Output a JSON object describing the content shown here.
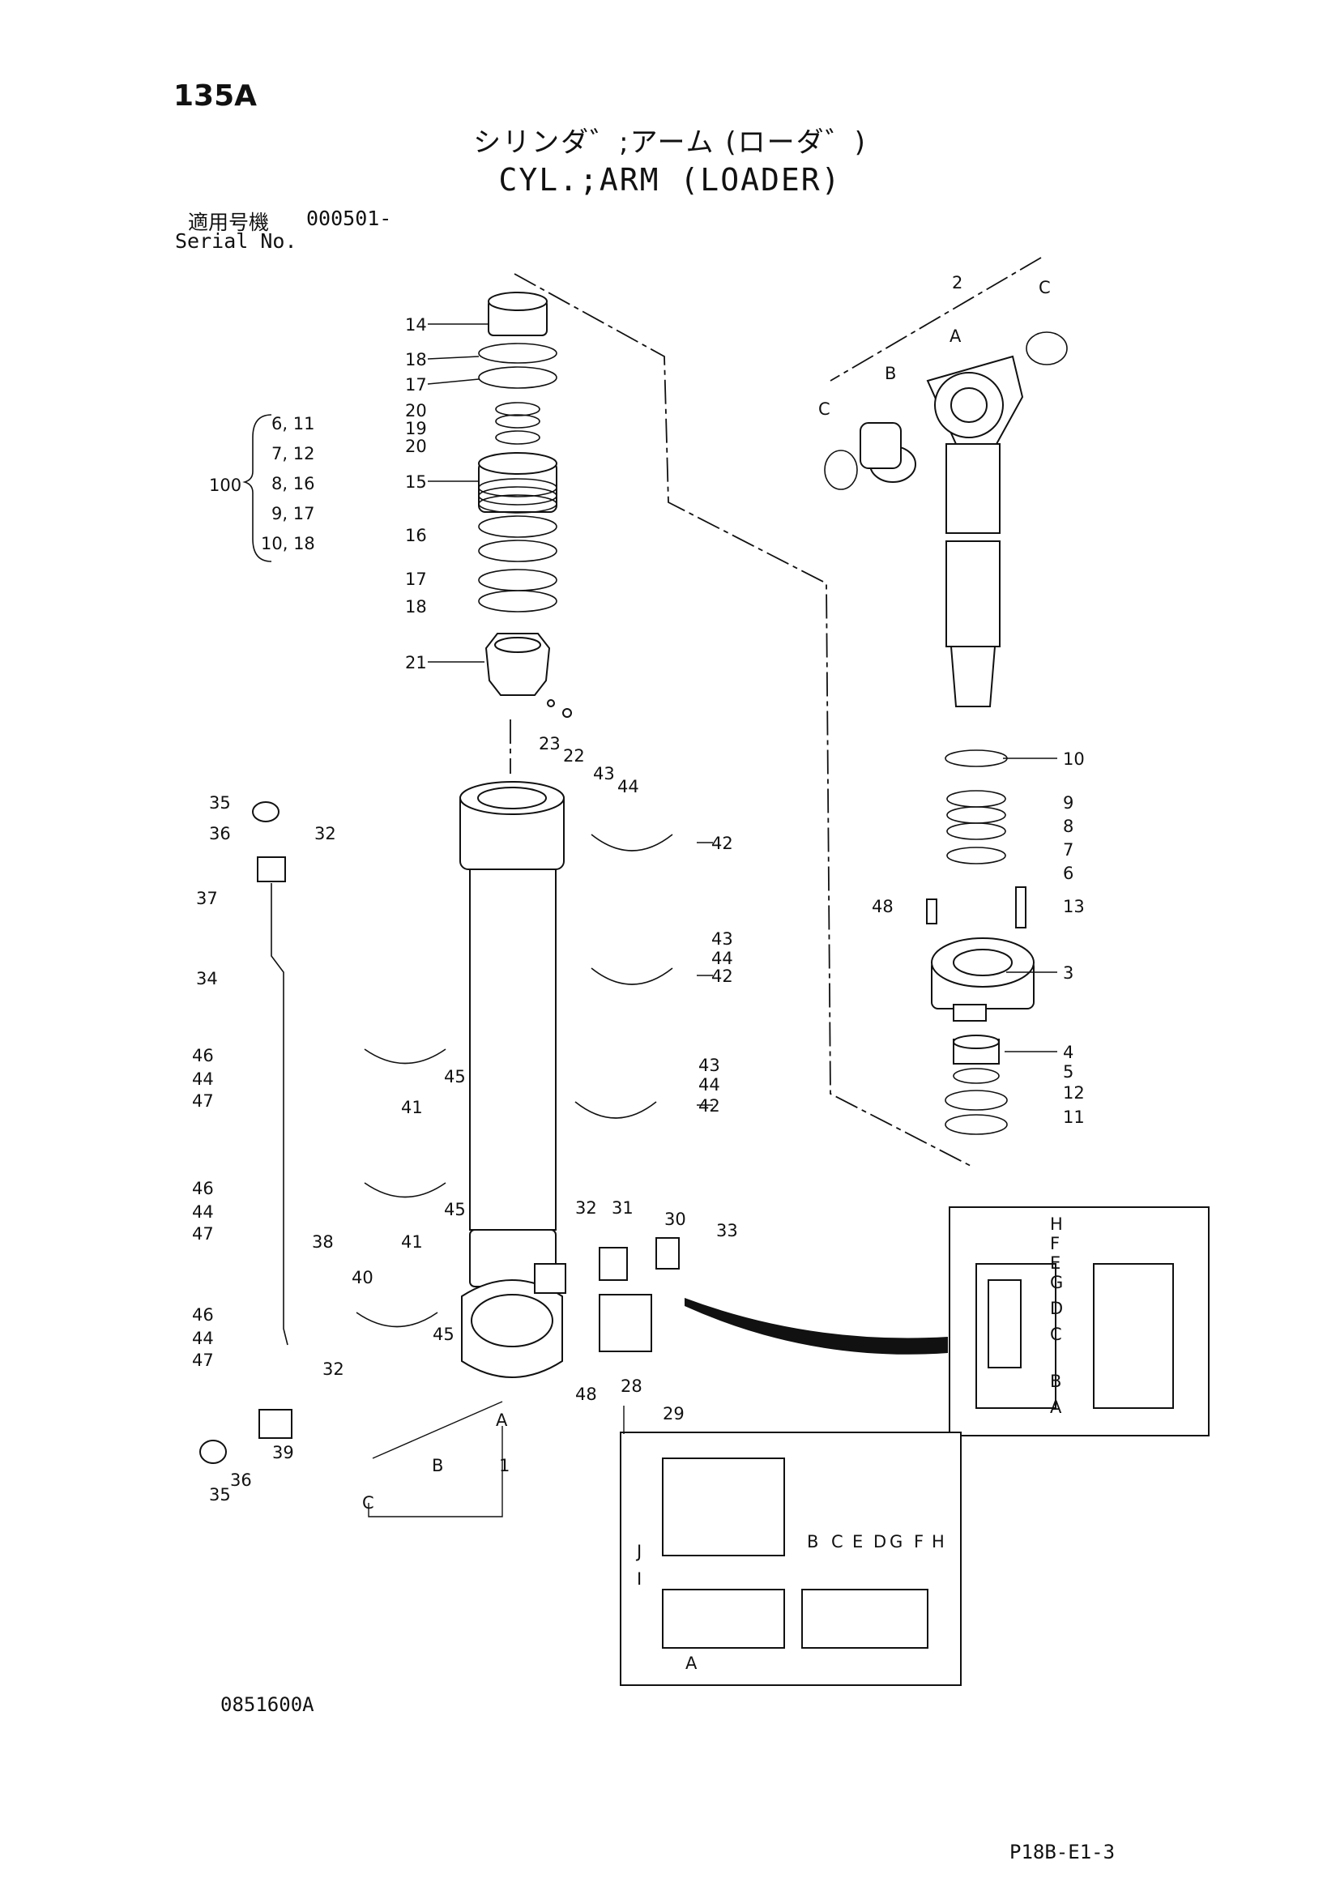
{
  "page_number": "135A",
  "title_jp": "シリンダ゛;アーム (ローダ゛)",
  "title_en": "CYL.;ARM (LOADER)",
  "serial": {
    "label_jp": "適用号機",
    "value": "000501-",
    "label_en": "Serial No."
  },
  "kit": {
    "number": "100",
    "contents": [
      "6, 11",
      "7, 12",
      "8, 16",
      "9, 17",
      "10, 18"
    ]
  },
  "callouts": {
    "c14": "14",
    "c18a": "18",
    "c17a": "17",
    "c20a": "20",
    "c19": "19",
    "c20b": "20",
    "c15": "15",
    "c16": "16",
    "c17b": "17",
    "c18b": "18",
    "c21": "21",
    "c23": "23",
    "c22": "22",
    "c2": "2",
    "cA_rod": "A",
    "cB_rod": "B",
    "cC_rod1": "C",
    "cC_rod2": "C",
    "c10": "10",
    "c9": "9",
    "c8": "8",
    "c7": "7",
    "c6": "6",
    "c48a": "48",
    "c13": "13",
    "c3": "3",
    "c4": "4",
    "c5": "5",
    "c12": "12",
    "c11": "11",
    "c35a": "35",
    "c36a": "36",
    "c32a": "32",
    "c37": "37",
    "c34": "34",
    "c43a": "43",
    "c44a": "44",
    "c42a": "42",
    "c43b": "43",
    "c44b": "44",
    "c42b": "42",
    "c43c": "43",
    "c44c": "44",
    "c42c": "42",
    "c46a": "46",
    "c44d": "44",
    "c47a": "47",
    "c45a": "45",
    "c41a": "41",
    "c46b": "46",
    "c44e": "44",
    "c47b": "47",
    "c45b": "45",
    "c41b": "41",
    "c38": "38",
    "c40": "40",
    "c46c": "46",
    "c44f": "44",
    "c47c": "47",
    "c45c": "45",
    "c32b": "32",
    "c39": "39",
    "c35b": "35",
    "c36b": "36",
    "c32c": "32",
    "c31": "31",
    "c30": "30",
    "c33": "33",
    "c28": "28",
    "c29": "29",
    "c48b": "48",
    "cA_tube": "A",
    "cB_tube": "B",
    "cC_tube": "C",
    "c1": "1"
  },
  "detail_right_labels": [
    "H",
    "F",
    "E",
    "G",
    "D",
    "C",
    "B",
    "A"
  ],
  "detail_bottom_labels": {
    "top_row": [
      "B",
      "C",
      "E",
      "D",
      "G",
      "F",
      "H"
    ],
    "left": [
      "J",
      "I"
    ],
    "bottom": "A"
  },
  "drawing_number": "0851600A",
  "page_code": "P18B-E1-3"
}
